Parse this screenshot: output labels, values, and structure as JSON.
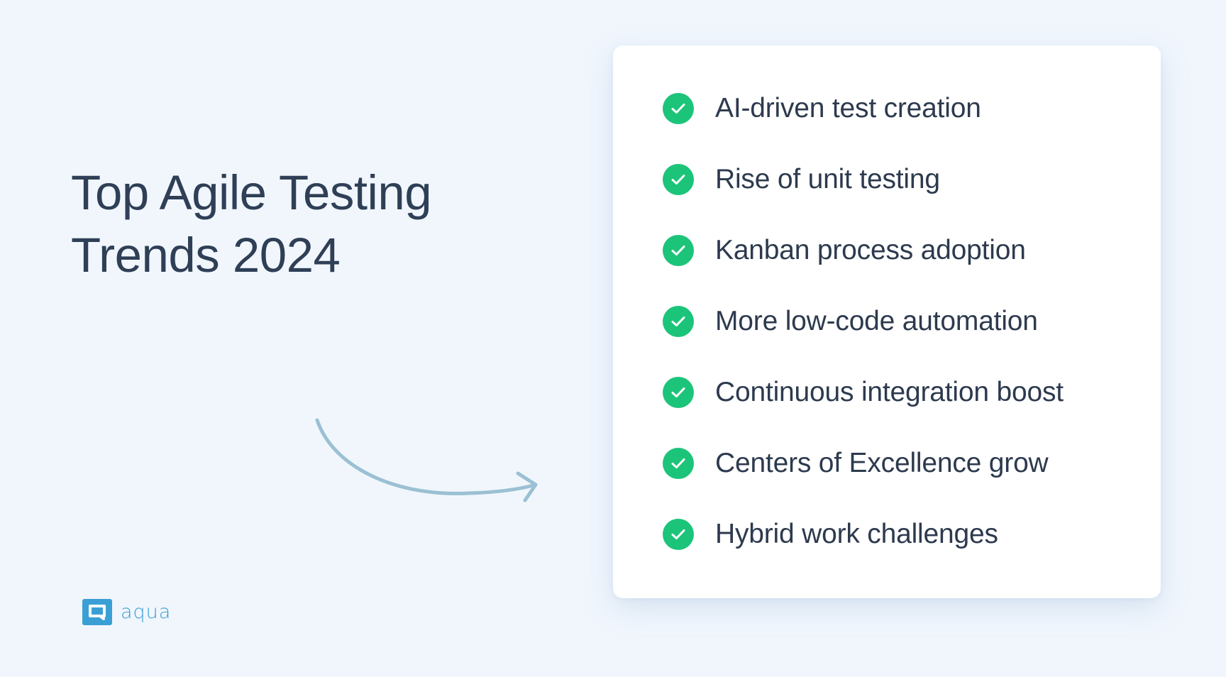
{
  "title": {
    "line1": "Top Agile Testing",
    "line2": "Trends 2024"
  },
  "trends": [
    {
      "label": "AI-driven test creation",
      "icon": "check-circle-icon"
    },
    {
      "label": "Rise of unit testing",
      "icon": "check-circle-icon"
    },
    {
      "label": "Kanban process adoption",
      "icon": "check-circle-icon"
    },
    {
      "label": "More low-code automation",
      "icon": "check-circle-icon"
    },
    {
      "label": "Continuous integration boost",
      "icon": "check-circle-icon"
    },
    {
      "label": "Centers of Excellence grow",
      "icon": "check-circle-icon"
    },
    {
      "label": "Hybrid work challenges",
      "icon": "check-circle-icon"
    }
  ],
  "brand": {
    "name": "aqua",
    "color": "#3a9fd4"
  },
  "colors": {
    "background": "#f1f6fd",
    "check": "#1cc47a",
    "text": "#2d3a4e",
    "arrow": "#9bc0d3"
  }
}
